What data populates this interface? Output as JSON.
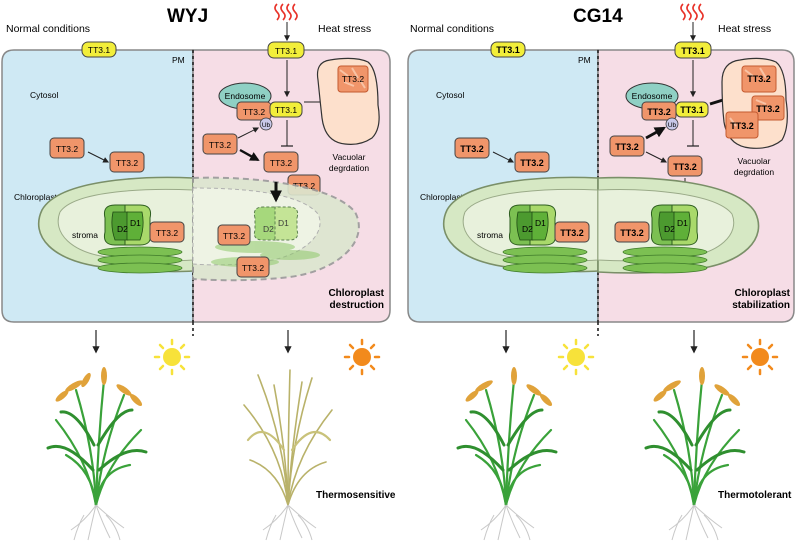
{
  "panels": {
    "left": {
      "title": "WYJ",
      "normal_label": "Normal conditions",
      "heat_label": "Heat stress",
      "pm_label": "PM",
      "cytosol_label": "Cytosol",
      "chloroplast_label": "Chloroplast",
      "stroma_label": "stroma",
      "endosome_label": "Endosome",
      "ub_label": "Ub",
      "vacuolar_label_1": "Vacuolar",
      "vacuolar_label_2": "degrdation",
      "tt31": "TT3.1",
      "tt32": "TT3.2",
      "d1": "D1",
      "d2": "D2",
      "outcome_1": "Chloroplast",
      "outcome_2": "destruction",
      "plant_label": "Thermosensitive"
    },
    "right": {
      "title": "CG14",
      "normal_label": "Normal conditions",
      "heat_label": "Heat stress",
      "pm_label": "PM",
      "cytosol_label": "Cytosol",
      "chloroplast_label": "Chloroplast",
      "stroma_label": "stroma",
      "endosome_label": "Endosome",
      "ub_label": "Ub",
      "vacuolar_label_1": "Vacuolar",
      "vacuolar_label_2": "degrdation",
      "tt31": "TT3.1",
      "tt32": "TT3.2",
      "d1": "D1",
      "d2": "D2",
      "outcome_1": "Chloroplast",
      "outcome_2": "stabilization",
      "plant_label": "Thermotolerant"
    }
  },
  "colors": {
    "normal_bg": "#cfe9f4",
    "heat_bg": "#f6dde6",
    "tt31_fill": "#f2ee3a",
    "tt32_fill": "#f0956a",
    "chloroplast_fill": "#d6e8c4",
    "thylakoid_fill": "#7cc052",
    "endosome_fill": "#8fd0c4",
    "vacuole_fill": "#fde0cc",
    "sun_mild": "#f7e23a",
    "sun_hot": "#f28a1c",
    "heat_wave": "#e8332a"
  },
  "icons": [
    "heat-wave-icon",
    "sun-icon",
    "rice-plant-icon",
    "ubiquitin-icon"
  ]
}
